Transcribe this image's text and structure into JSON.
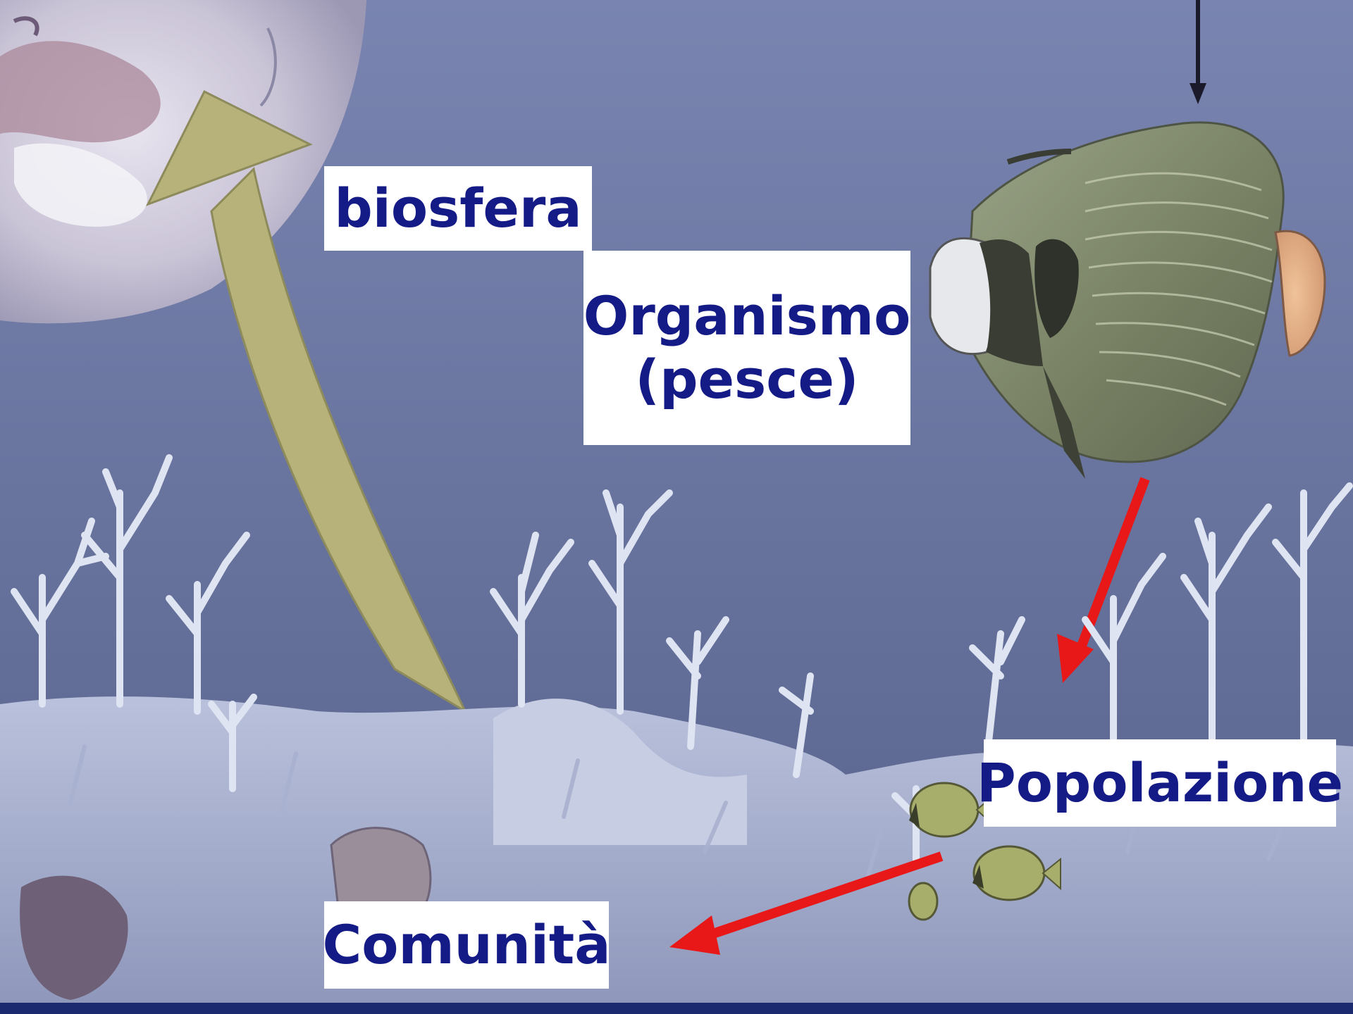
{
  "labels": {
    "biosfera": "biosfera",
    "organismo_line1": "Organismo",
    "organismo_line2": "(pesce)",
    "popolazione": "Popolazione",
    "comunita": "Comunità"
  },
  "colors": {
    "water": "#6f7ba6",
    "label_text": "#141a86",
    "label_bg": "#ffffff",
    "arrow_red": "#e81818",
    "arrow_olive": "#b7b27a",
    "coral": "#c8d0e6",
    "bottom_bar": "#1b2a6e"
  }
}
